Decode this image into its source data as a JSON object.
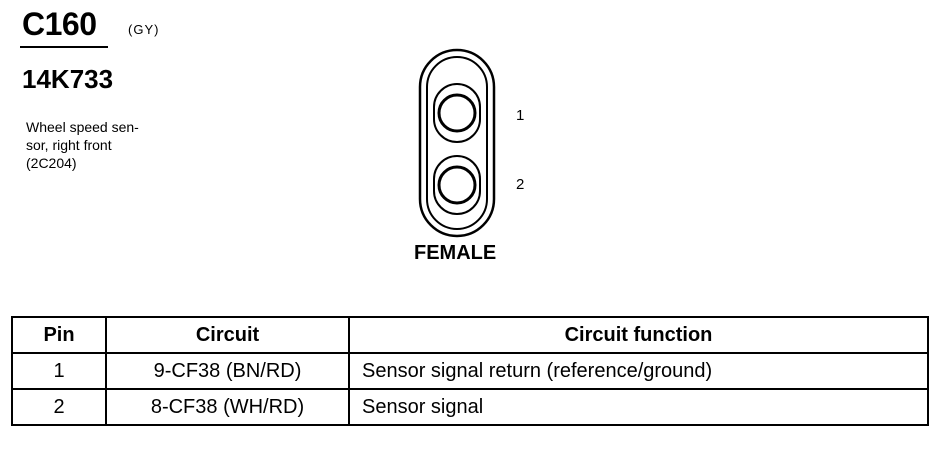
{
  "header": {
    "connector_id": "C160",
    "color_code": "(GY)",
    "part_number": "14K733",
    "description_lines": [
      "Wheel speed sen-",
      "sor, right front",
      "(2C204)"
    ]
  },
  "connector": {
    "pin_labels": [
      "1",
      "2"
    ],
    "gender": "FEMALE"
  },
  "table": {
    "headers": [
      "Pin",
      "Circuit",
      "Circuit function"
    ],
    "rows": [
      {
        "pin": "1",
        "circuit": "9-CF38 (BN/RD)",
        "function": "Sensor signal return (reference/ground)"
      },
      {
        "pin": "2",
        "circuit": "8-CF38 (WH/RD)",
        "function": "Sensor signal"
      }
    ]
  }
}
